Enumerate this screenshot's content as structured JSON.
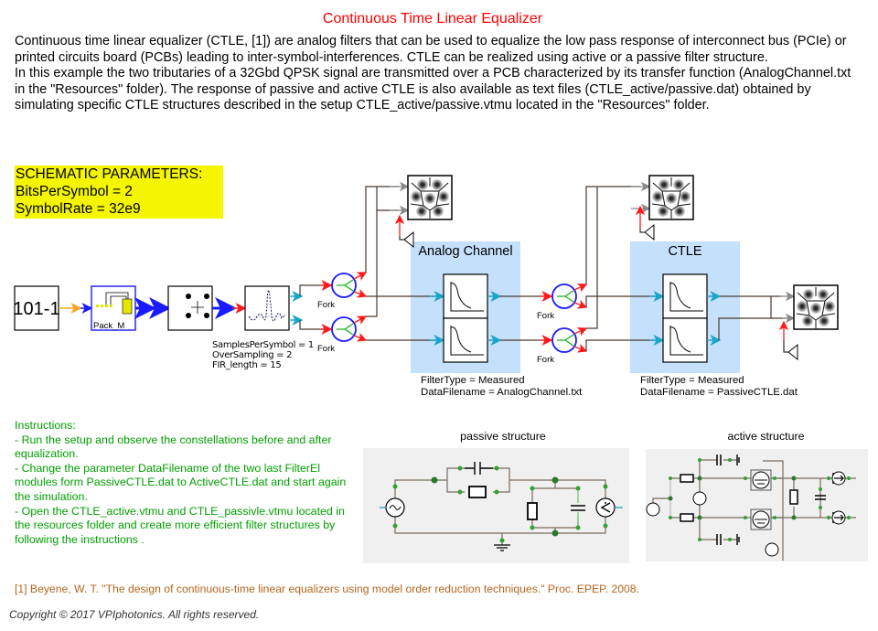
{
  "title": "Continuous Time Linear Equalizer",
  "intro": {
    "paragraph1": "Continuous time linear equalizer (CTLE, [1]) are analog filters that can be used to equalize the low pass response of interconnect bus (PCIe) or printed circuits board (PCBs) leading to inter-symbol-interferences. CTLE can be realized using active or a passive filter structure.",
    "paragraph2": "In this example the two tributaries of  a 32Gbd QPSK signal are transmitted over a PCB characterized by its transfer function (AnalogChannel.txt in the \"Resources\" folder). The response of passive and active CTLE is also available as text files (CTLE_active/passive.dat) obtained by simulating specific CTLE structures described in the setup CTLE_active/passive.vtmu located in the \"Resources\" folder."
  },
  "schematic_parameters": {
    "heading": "SCHEMATIC PARAMETERS:",
    "lines": [
      "BitsPerSymbol = 2",
      "SymbolRate = 32e9"
    ]
  },
  "schematic": {
    "source_glyph": "101-1",
    "pack_label": "Pack_M",
    "pulse_shaper_params": [
      "SamplesPerSymbol = 1",
      "OverSampling = 2",
      "FIR_length = 15"
    ],
    "fork_label": "Fork",
    "groups": {
      "analog_channel": {
        "title": "Analog Channel",
        "params": [
          "FilterType = Measured",
          "DataFilename = AnalogChannel.txt"
        ]
      },
      "ctle": {
        "title": "CTLE",
        "params": [
          "FilterType = Measured",
          "DataFilename = PassiveCTLE.dat"
        ]
      }
    },
    "colors": {
      "group_bg": "#c5e0fb",
      "wire": "#4a3a2e",
      "fork_circle": "#1a1aff",
      "arrow_red": "#ff1a1a",
      "arrow_cyan": "#1aa6c8",
      "bus_blue": "#1a1aff",
      "pack_dots": "#f0f000"
    }
  },
  "instructions": {
    "lines": [
      "Instructions:",
      "- Run the setup and observe the constellations before and after equalization.",
      "- Change the parameter DataFilename of the two last FilterEl modules form PassiveCTLE.dat to ActiveCTLE.dat and start again the simulation.",
      "- Open the CTLE_active.vtmu and CTLE_passivle.vtmu located in the resources folder and create more efficient filter structures by following the instructions ."
    ]
  },
  "passive_structure": {
    "caption": "passive structure"
  },
  "active_structure": {
    "caption": "active structure"
  },
  "reference": "[1] Beyene, W. T. \"The design of continuous-time linear equalizers using model order reduction techniques.\" Proc. EPEP. 2008.",
  "copyright": "Copyright © 2017 VPIphotonics. All rights reserved."
}
